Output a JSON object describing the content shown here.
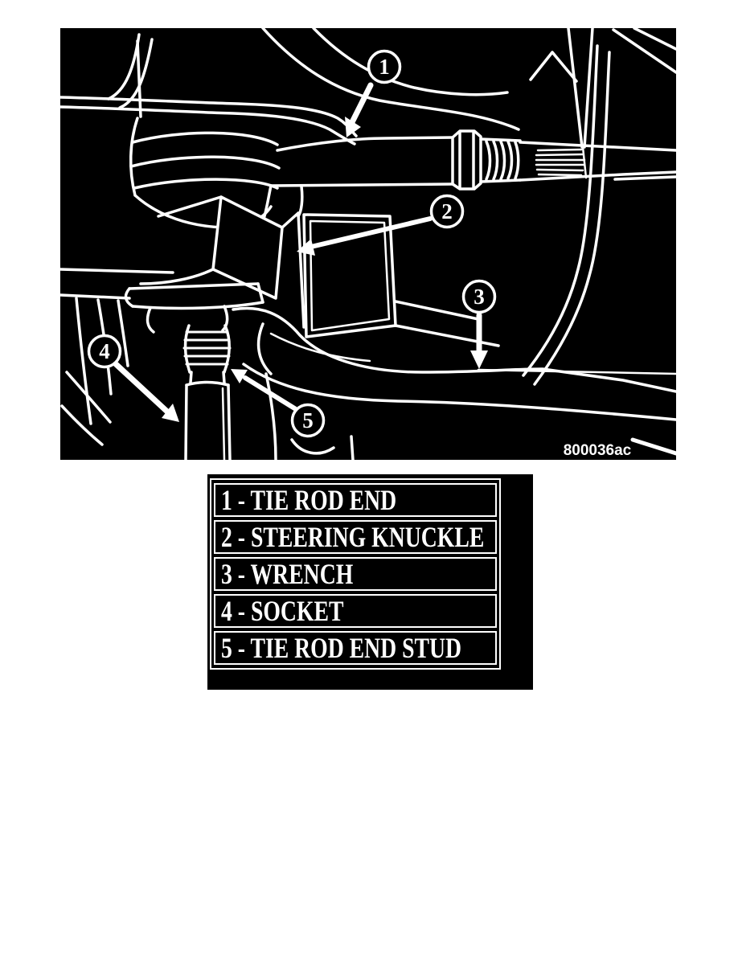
{
  "figure": {
    "code": "800036ac",
    "background_color": "#000000",
    "line_color": "#ffffff",
    "callouts": [
      {
        "number": "1"
      },
      {
        "number": "2"
      },
      {
        "number": "3"
      },
      {
        "number": "4"
      },
      {
        "number": "5"
      }
    ]
  },
  "legend": {
    "rows": [
      {
        "text": "1 - TIE ROD END"
      },
      {
        "text": "2 - STEERING KNUCKLE"
      },
      {
        "text": "3 - WRENCH"
      },
      {
        "text": "4 - SOCKET"
      },
      {
        "text": "5 - TIE ROD END STUD"
      }
    ]
  }
}
